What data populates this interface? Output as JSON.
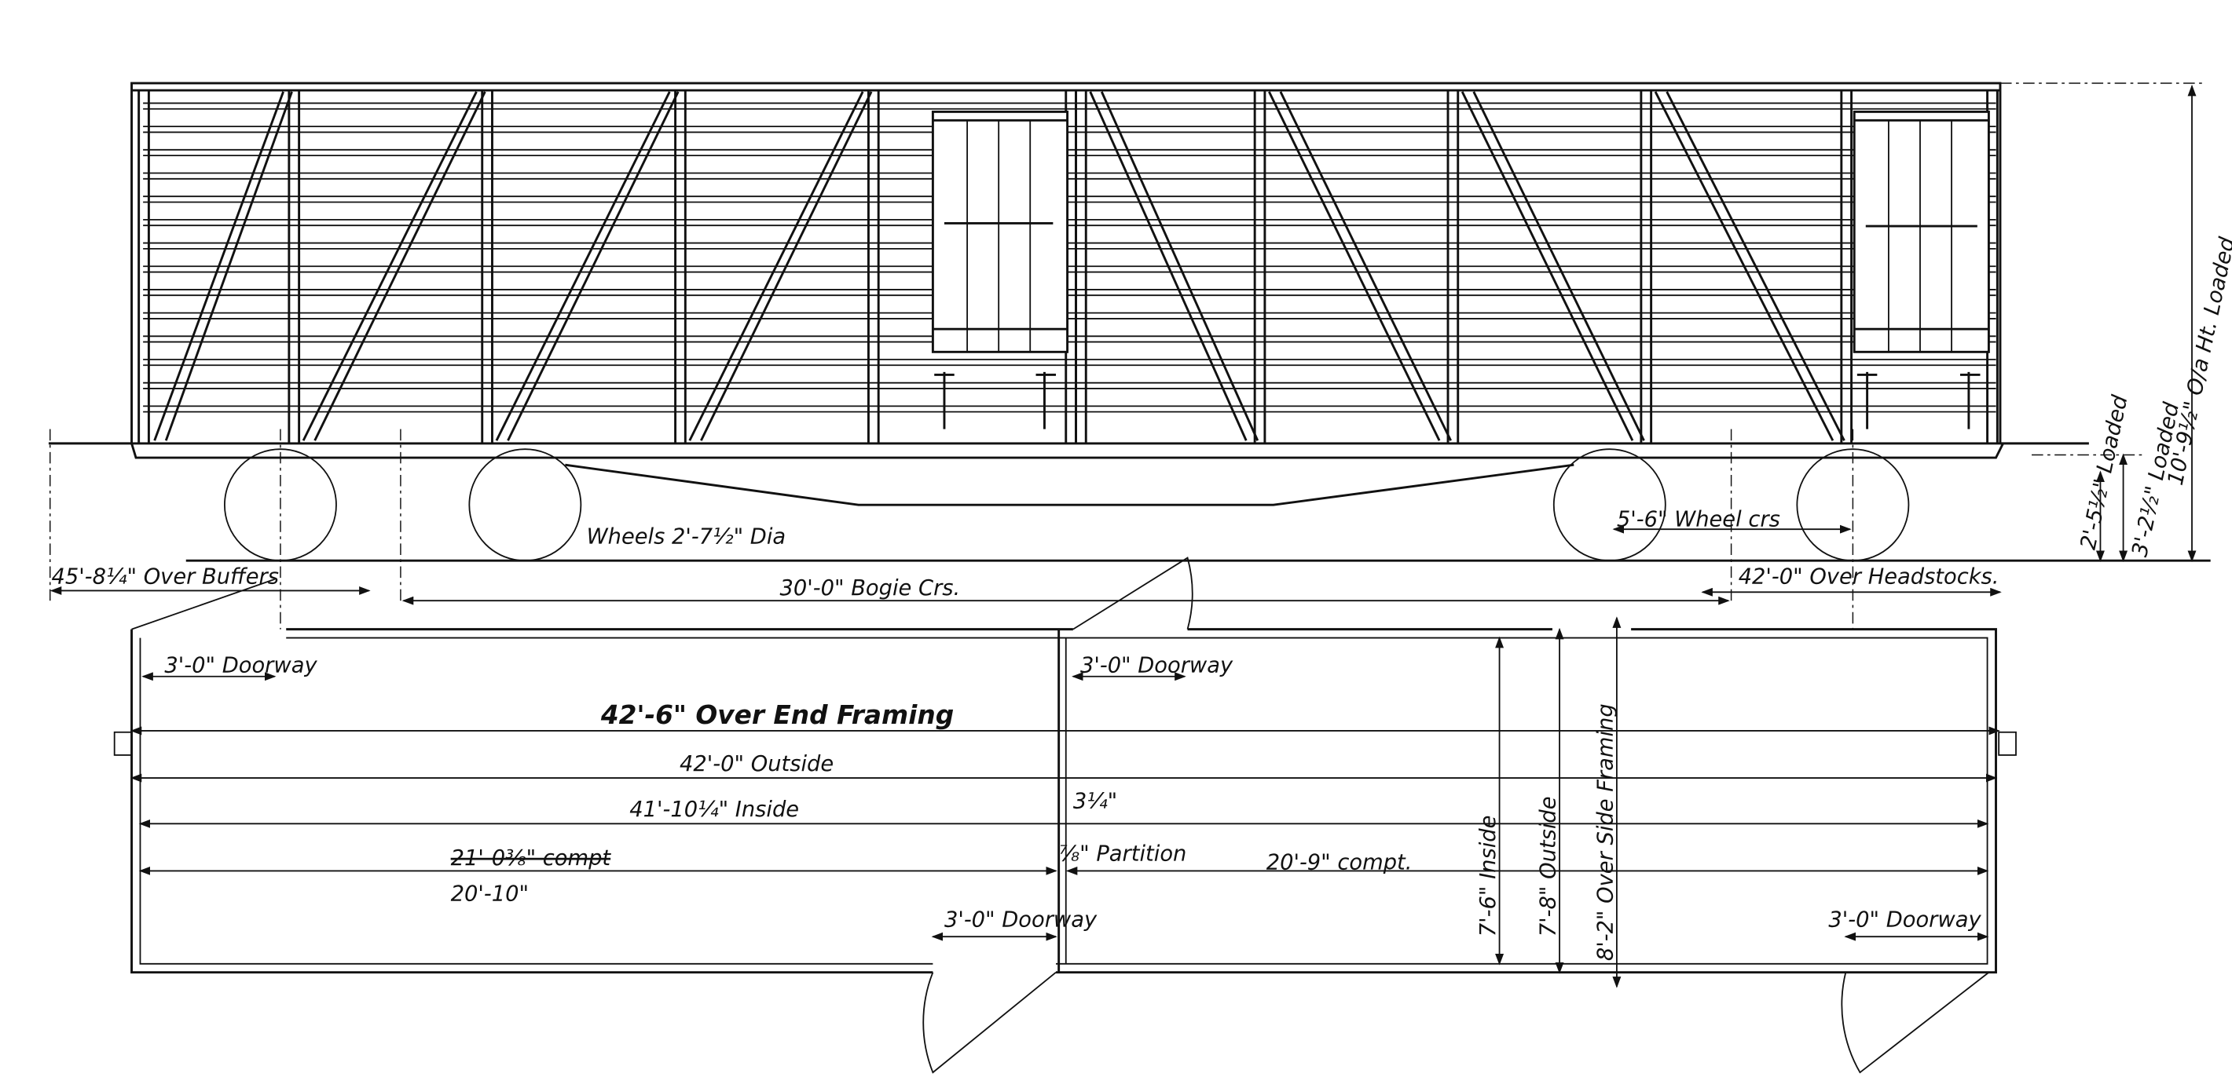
{
  "drawing": {
    "elevation": {
      "over_buffers": "45'-8¼\" Over Buffers",
      "wheels": "Wheels 2'-7½\" Dia",
      "bogie_centres": "30'-0\" Bogie Crs.",
      "wheel_centres": "5'-6\" Wheel crs",
      "over_headstocks": "42'-0\" Over Headstocks.",
      "height_buffer": "2'-5½\" Loaded",
      "height_floor": "3'-2½\" Loaded",
      "height_overall": "10'-9½\" O/a Ht. Loaded."
    },
    "plan": {
      "doorway_top_left": "3'-0\" Doorway",
      "doorway_top_mid": "3'-0\" Doorway",
      "doorway_bottom_mid": "3'-0\" Doorway",
      "doorway_bottom_right": "3'-0\" Doorway",
      "over_end_framing": "42'-6\" Over End Framing",
      "outside_length": "42'-0\" Outside",
      "inside_length": "41'-10¼\" Inside",
      "partition_offset": "3¼\"",
      "partition": "⅞\" Partition",
      "left_compt_struck": "21'-0⅜\" compt",
      "left_compt_revised": "20'-10\"",
      "right_compt": "20'-9\" compt.",
      "inside_width": "7'-6\" Inside",
      "outside_width": "7'-8\" Outside",
      "over_side_framing": "8'-2\" Over Side Framing"
    }
  }
}
